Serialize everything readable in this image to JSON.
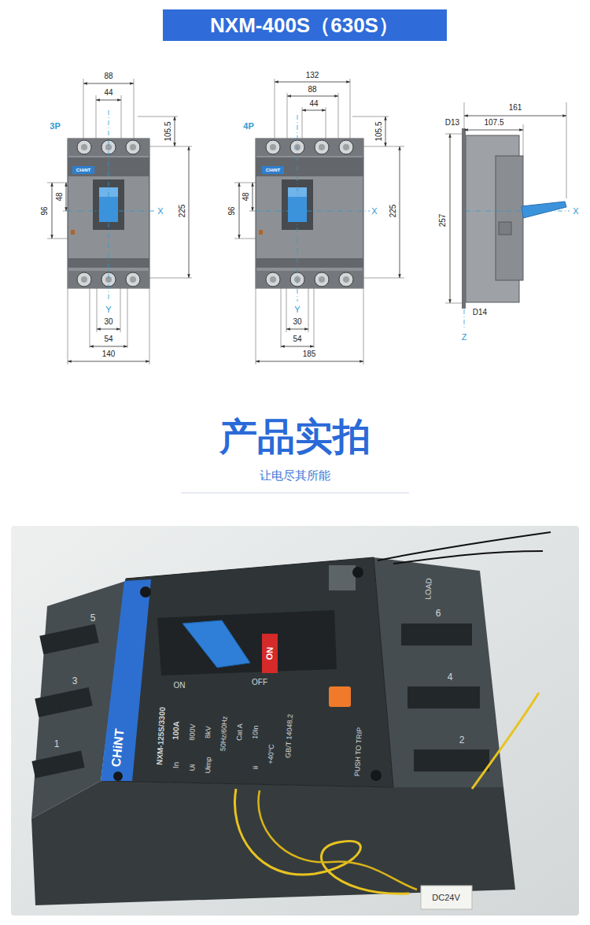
{
  "diagram": {
    "title": "NXM-400S（630S）",
    "labels": [
      "3P",
      "88",
      "44",
      "105.5",
      "225",
      "96",
      "48",
      "X",
      "CHiNT",
      "Y",
      "30",
      "54",
      "140",
      "4P",
      "132",
      "88",
      "44",
      "105.5",
      "225",
      "96",
      "48",
      "X",
      "CHiNT",
      "Y",
      "30",
      "54",
      "185",
      "161",
      "107.5",
      "D13",
      "257",
      "X",
      "D14",
      "Z",
      "产品实拍",
      "让电尽其所能",
      "5",
      "3",
      "1",
      "CHiNT",
      "ON",
      "OFF",
      "ON",
      "NXM-125S/3300",
      "In",
      "100A",
      "Ui",
      "800V",
      "Uimp",
      "8kV",
      "50Hz/60Hz",
      "Cat A",
      "Ii",
      "10In",
      "+40°C",
      "GB/T 14048.2",
      "PUSH TO TRIP",
      "LOAD",
      "6",
      "4",
      "2",
      "DC24V"
    ]
  }
}
